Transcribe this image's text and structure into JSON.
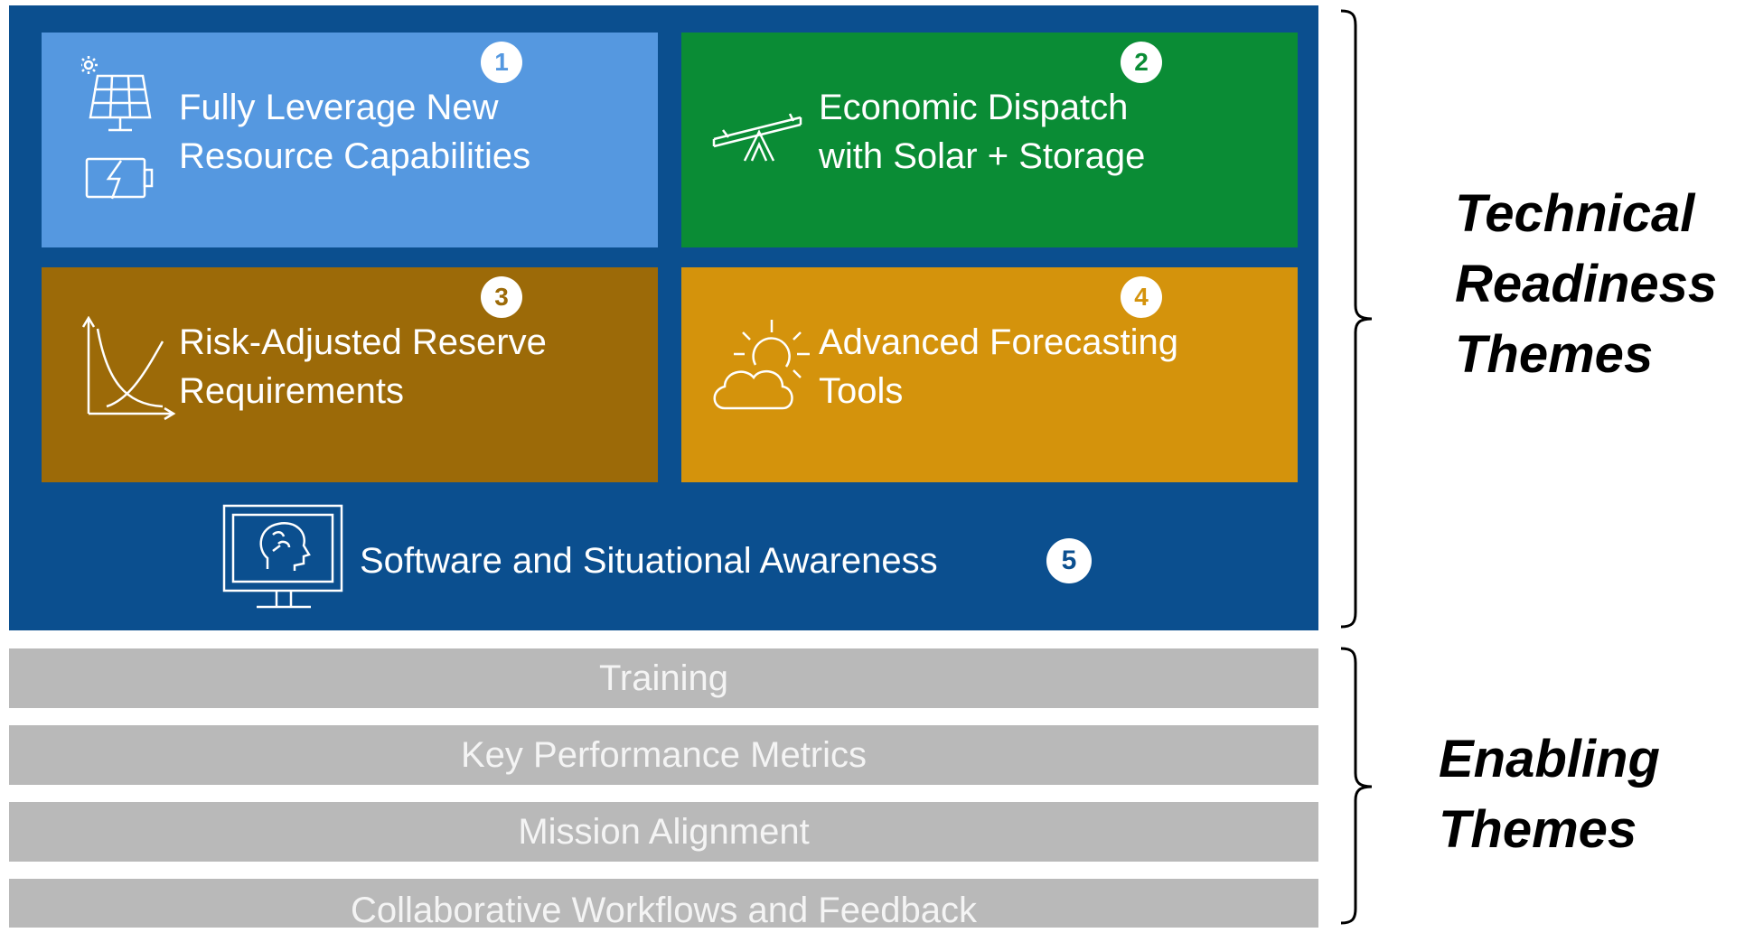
{
  "technical_readiness": {
    "tiles": [
      {
        "number": "1",
        "title": "Fully Leverage New\nResource Capabilities",
        "color": "#5598e0",
        "icons": [
          "solar-panel-icon",
          "battery-charging-icon"
        ]
      },
      {
        "number": "2",
        "title": "Economic Dispatch\nwith Solar + Storage",
        "color": "#0a8c35",
        "icons": [
          "seesaw-balance-icon"
        ]
      },
      {
        "number": "3",
        "title": "Risk-Adjusted Reserve\nRequirements",
        "color": "#9c6a08",
        "icons": [
          "decay-curve-chart-icon"
        ]
      },
      {
        "number": "4",
        "title": "Advanced Forecasting\nTools",
        "color": "#d4930c",
        "icons": [
          "sun-behind-cloud-icon"
        ]
      }
    ],
    "software": {
      "number": "5",
      "title": "Software and Situational Awareness",
      "icon": "monitor-brain-icon"
    },
    "panel_color": "#0b4f8f",
    "label": "Technical\nReadiness\nThemes"
  },
  "enabling": {
    "bars": [
      "Training",
      "Key Performance Metrics",
      "Mission Alignment",
      "Collaborative Workflows and Feedback"
    ],
    "bar_color": "#b9b9b9",
    "label": "Enabling\nThemes"
  }
}
